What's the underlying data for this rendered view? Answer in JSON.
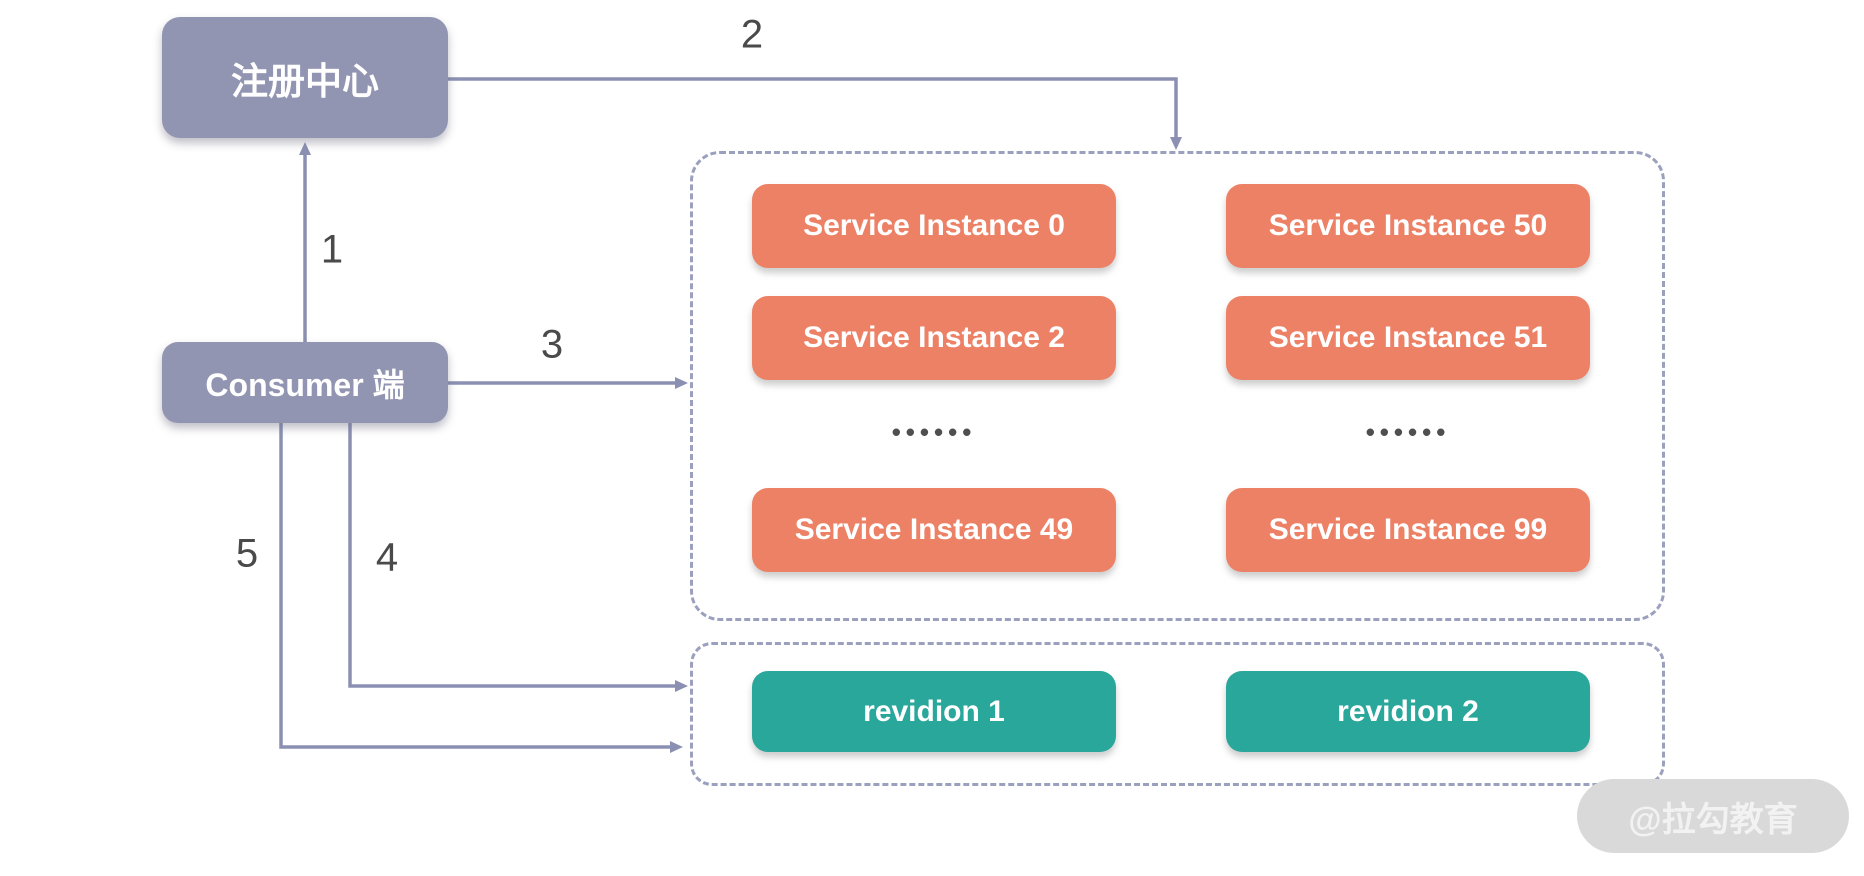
{
  "canvas": {
    "background": "#ffffff"
  },
  "palette": {
    "node_fill": "#9295b2",
    "instance_fill": "#ed8166",
    "revision_fill": "#2aa79b",
    "connector_line": "#8b90b3",
    "dashed_border": "#9aa0bd",
    "edge_label_text": "#4a4a4a",
    "box_text": "#ffffff",
    "watermark_fill": "#d9d9d9",
    "watermark_text": "#f2f2f2"
  },
  "nodes": {
    "registry": {
      "label": "注册中心"
    },
    "consumer": {
      "label": "Consumer 端"
    }
  },
  "edges": [
    {
      "label": "1",
      "from": "consumer",
      "to": "registry"
    },
    {
      "label": "2",
      "from": "registry",
      "to": "service-instances-group"
    },
    {
      "label": "3",
      "from": "consumer",
      "to": "service-instances-group"
    },
    {
      "label": "4",
      "from": "consumer",
      "to": "revisions-group"
    },
    {
      "label": "5",
      "from": "consumer",
      "to": "revisions-group"
    }
  ],
  "instances": {
    "col1": [
      "Service Instance 0",
      "Service Instance 2",
      "Service Instance 49"
    ],
    "col2": [
      "Service Instance 50",
      "Service Instance 51",
      "Service Instance 99"
    ],
    "ellipsis": "••••••"
  },
  "revisions": [
    "revidion 1",
    "revidion 2"
  ],
  "watermark": {
    "text": "@拉勾教育"
  }
}
